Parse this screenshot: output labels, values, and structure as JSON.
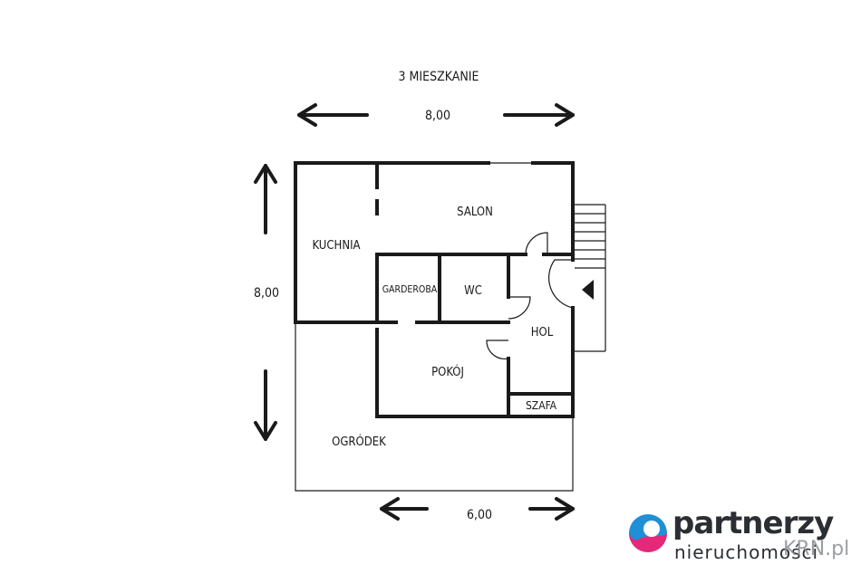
{
  "title": "3 MIESZKANIE",
  "dimensions": {
    "top_width": "8,00",
    "left_height": "8,00",
    "bottom_width": "6,00"
  },
  "rooms": {
    "salon": "SALON",
    "kuchnia": "KUCHNIA",
    "garderoba": "GARDEROBA",
    "wc": "WC",
    "hol": "HOL",
    "pokoj": "POKÓJ",
    "szafa": "SZAFA",
    "ogrodek": "OGRÓDEK"
  },
  "brand": {
    "name": "partnerzy",
    "sub": "nieruchomości",
    "watermark": "KRN.pl"
  },
  "colors": {
    "ink": "#1a1a1a",
    "logo_blue": "#1f8fd6",
    "logo_pink": "#e6287a"
  }
}
